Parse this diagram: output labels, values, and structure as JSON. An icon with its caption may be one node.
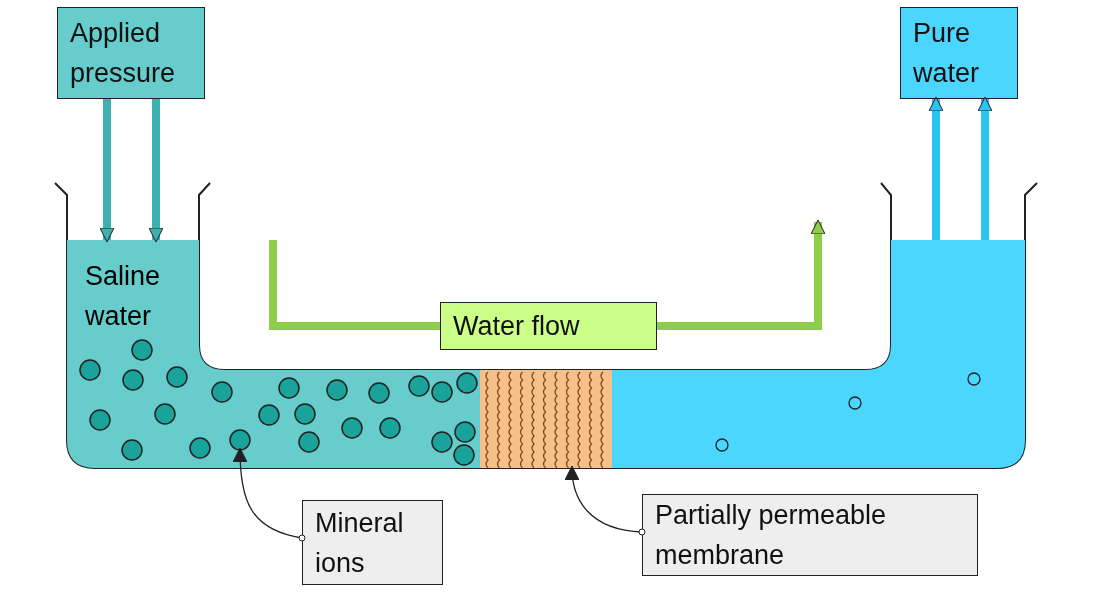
{
  "diagram": {
    "nodes": [
      {
        "text": [
          "Applied pressure"
        ]
      },
      {
        "text": [
          "Pure water"
        ]
      },
      {
        "text": [
          "Saline water"
        ]
      },
      {
        "text": [],
        "shape": "box"
      },
      {
        "text": [
          "Water flow"
        ]
      },
      {
        "text": [
          "Mineral ions"
        ]
      },
      {
        "text": [
          "Partially permeable membrane"
        ]
      },
      {
        "text": [],
        "shape": "bar"
      }
    ],
    "edges": [
      {
        "from": 0,
        "to": 2,
        "arrow": "to",
        "color": "#3fb0b0"
      },
      {
        "from": 0,
        "to": 2,
        "arrow": "to",
        "color": "#3fb0b0"
      },
      {
        "from": 3,
        "to": 1,
        "arrow": "to",
        "color": "#2bc4f0"
      },
      {
        "from": 3,
        "to": 1,
        "arrow": "to",
        "color": "#2bc4f0"
      },
      {
        "from": null,
        "to": 4,
        "arrow": "none",
        "color": "#8fcc4a"
      },
      {
        "from": 4,
        "to": null,
        "arrow": "to",
        "color": "#8fcc4a"
      },
      {
        "from": 5,
        "to": 2,
        "arrow": "to",
        "color": "#222222"
      },
      {
        "from": 6,
        "to": 7,
        "arrow": "to",
        "color": "#222222"
      }
    ]
  }
}
